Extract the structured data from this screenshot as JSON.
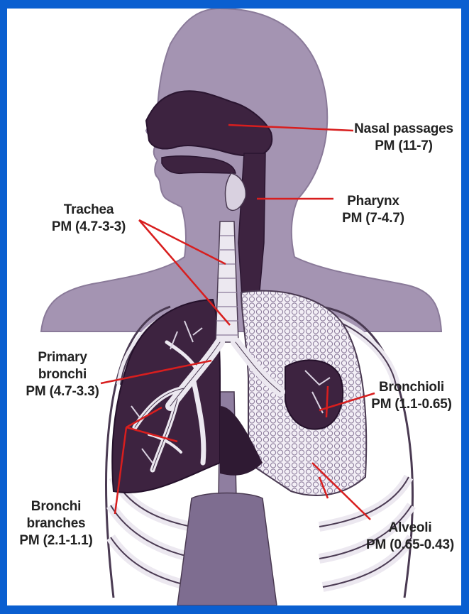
{
  "colors": {
    "frame": "#0a5fd0",
    "background": "#ffffff",
    "body_fill": "#a494b2",
    "organ_dark": "#3d2340",
    "outline": "#4a3a52",
    "leader_line": "#d81e1e",
    "bone": "#ece8f0"
  },
  "labels": {
    "nasal": {
      "name": "Nasal passages",
      "pm": "PM (11-7)"
    },
    "pharynx": {
      "name": "Pharynx",
      "pm": "PM (7-4.7)"
    },
    "trachea": {
      "name": "Trachea",
      "pm": "PM (4.7-3-3)"
    },
    "primary_bronchi": {
      "name1": "Primary",
      "name2": "bronchi",
      "pm": "PM (4.7-3.3)"
    },
    "bronchioli": {
      "name": "Bronchioli",
      "pm": "PM (1.1-0.65)"
    },
    "bronchi_branches": {
      "name1": "Bronchi",
      "name2": "branches",
      "pm": "PM (2.1-1.1)"
    },
    "alveoli": {
      "name": "Alveoli",
      "pm": "PM (0.65-0.43)"
    }
  }
}
